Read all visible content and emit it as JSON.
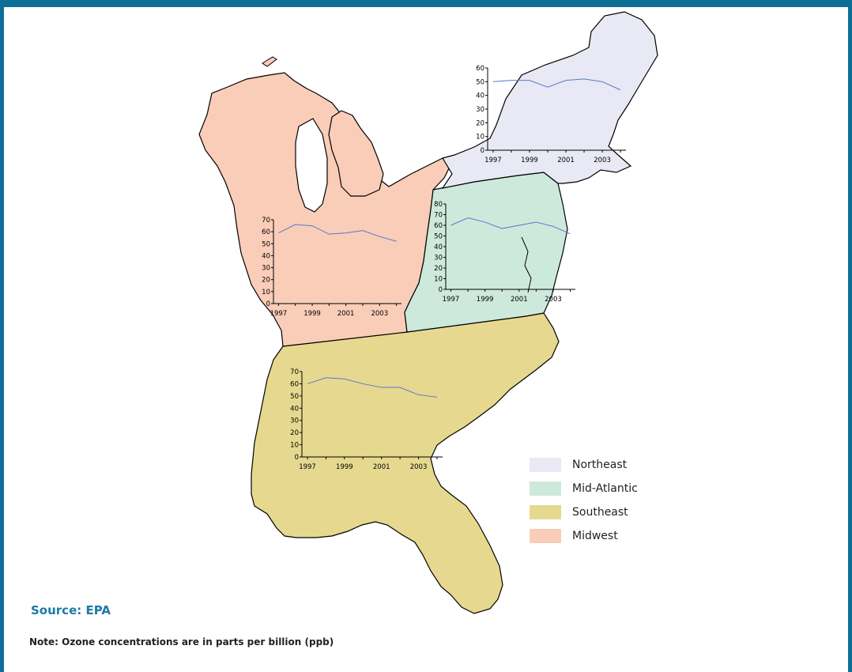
{
  "legend": [
    {
      "label": "Northeast",
      "color": "#e8e9f4"
    },
    {
      "label": "Mid-Atlantic",
      "color": "#cde9dc"
    },
    {
      "label": "Southeast",
      "color": "#e6d98f"
    },
    {
      "label": "Midwest",
      "color": "#f9cdb8"
    }
  ],
  "source": "Source: EPA",
  "note": "Note: Ozone concentrations are in parts per billion (ppb)",
  "chart_data": [
    {
      "type": "line",
      "region": "Northeast",
      "x": [
        1997,
        1998,
        1999,
        2000,
        2001,
        2002,
        2003,
        2004
      ],
      "y": [
        50,
        51,
        51,
        46,
        51,
        52,
        50,
        44
      ],
      "ylim": [
        0,
        60
      ],
      "yticks": [
        0,
        10,
        20,
        30,
        40,
        50,
        60
      ],
      "xticks": [
        "1997",
        "1999",
        "2001",
        "2003"
      ]
    },
    {
      "type": "line",
      "region": "Mid-Atlantic",
      "x": [
        1997,
        1998,
        1999,
        2000,
        2001,
        2002,
        2003,
        2004
      ],
      "y": [
        60,
        67,
        63,
        57,
        60,
        63,
        59,
        52
      ],
      "ylim": [
        0,
        80
      ],
      "yticks": [
        0,
        10,
        20,
        30,
        40,
        50,
        60,
        70,
        80
      ],
      "xticks": [
        "1997",
        "1999",
        "2001",
        "2003"
      ]
    },
    {
      "type": "line",
      "region": "Midwest",
      "x": [
        1997,
        1998,
        1999,
        2000,
        2001,
        2002,
        2003,
        2004
      ],
      "y": [
        59,
        66,
        65,
        58,
        59,
        61,
        56,
        52
      ],
      "ylim": [
        0,
        70
      ],
      "yticks": [
        0,
        10,
        20,
        30,
        40,
        50,
        60,
        70
      ],
      "xticks": [
        "1997",
        "1999",
        "2001",
        "2003"
      ]
    },
    {
      "type": "line",
      "region": "Southeast",
      "x": [
        1997,
        1998,
        1999,
        2000,
        2001,
        2002,
        2003,
        2004
      ],
      "y": [
        60,
        65,
        64,
        60,
        57,
        57,
        51,
        49
      ],
      "ylim": [
        0,
        70
      ],
      "yticks": [
        0,
        10,
        20,
        30,
        40,
        50,
        60,
        70
      ],
      "xticks": [
        "1997",
        "1999",
        "2001",
        "2003"
      ]
    }
  ]
}
